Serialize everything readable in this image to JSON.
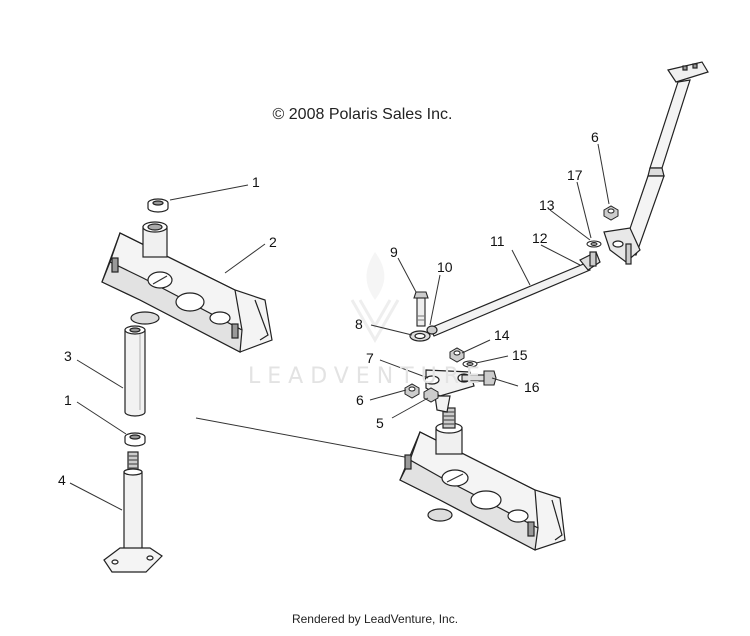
{
  "diagram": {
    "copyright": "© 2008 Polaris Sales Inc.",
    "footer": "Rendered by LeadVenture, Inc.",
    "watermark": "LEADVENTURE",
    "callouts": {
      "c1a": "1",
      "c2": "2",
      "c3": "3",
      "c1b": "1",
      "c4": "4",
      "c6a": "6",
      "c17": "17",
      "c13": "13",
      "c12": "12",
      "c11": "11",
      "c9": "9",
      "c10": "10",
      "c8": "8",
      "c14": "14",
      "c15": "15",
      "c7": "7",
      "c16": "16",
      "c6b": "6",
      "c5": "5"
    }
  }
}
